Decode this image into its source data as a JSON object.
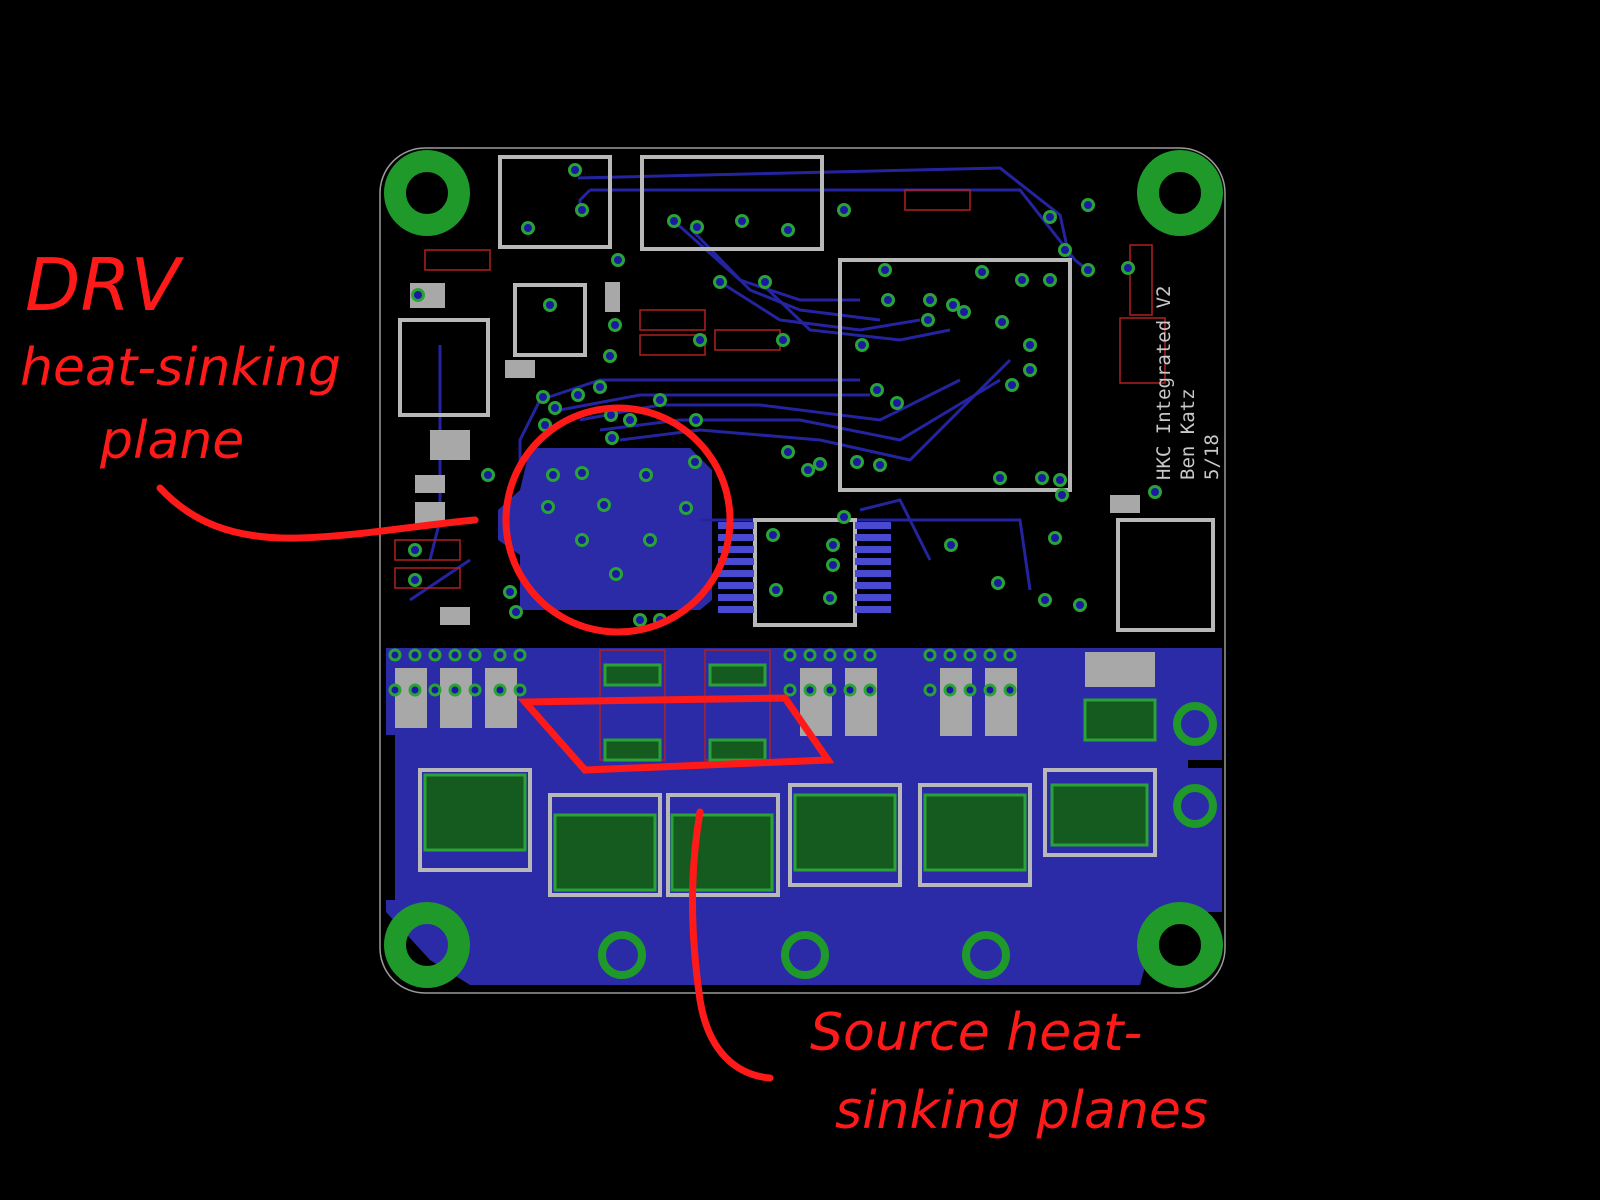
{
  "board": {
    "silkscreen_lines": [
      "HKC Integrated V2",
      "Ben Katz",
      "5/18"
    ],
    "colors": {
      "background": "#000000",
      "plane": "#2b2ba8",
      "trace": "#2424a0",
      "via": "#1f9a2a",
      "silk": "#c8c8c8",
      "annotation": "#ff1a1a",
      "part_outline": "#b02020"
    }
  },
  "annotations": {
    "drv": {
      "line1": "DRV",
      "line2": "heat-sinking",
      "line3": "plane"
    },
    "source": {
      "line1": "Source  heat-",
      "line2": "sinking  planes"
    }
  }
}
